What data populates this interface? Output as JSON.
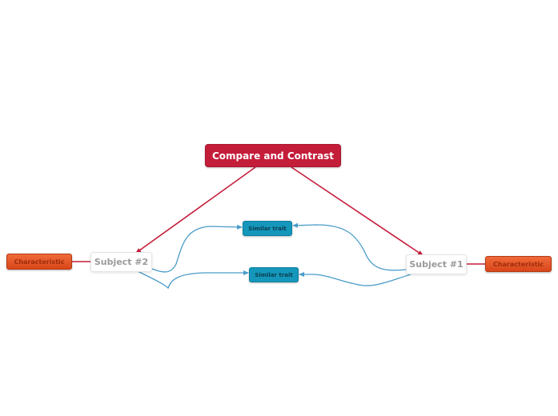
{
  "diagram": {
    "root": {
      "label": "Compare and Contrast"
    },
    "subjects": [
      {
        "label": "Subject #2"
      },
      {
        "label": "Subject #1"
      }
    ],
    "traits": [
      {
        "label": "Similar trait"
      },
      {
        "label": "Similar trait"
      }
    ],
    "characteristics": [
      {
        "label": "Characteristic"
      },
      {
        "label": "Characteristic"
      }
    ]
  },
  "colors": {
    "root": "#c41d3a",
    "red_connector": "#c41d3a",
    "blue_connector": "#4a9cc9",
    "trait_fill": "#1497bb",
    "characteristic_fill": "#e8572a"
  }
}
